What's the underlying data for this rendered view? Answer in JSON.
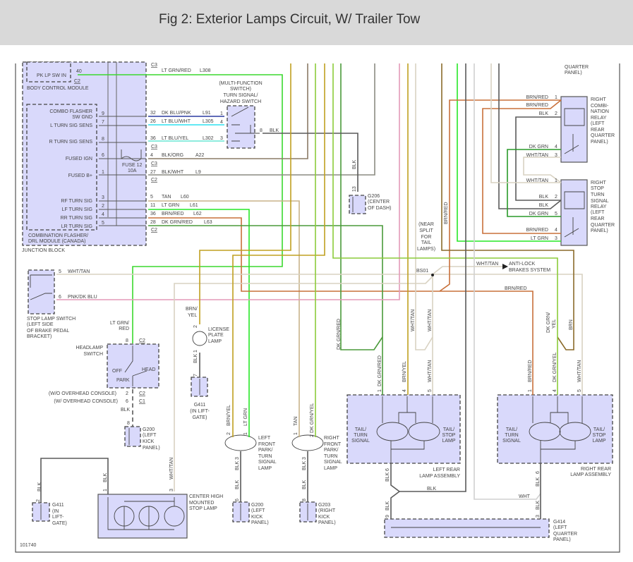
{
  "title": "Fig 2: Exterior Lamps Circuit, W/ Trailer Tow",
  "figure_id": "101740",
  "wire_colors": {
    "LT GRN/RED": "#3bd92e",
    "DK BLU/PNK": "#2b3aa0",
    "LT BLU/WHT": "#2fe2f0",
    "LT BLU/YEL": "#68e6d4",
    "BLK": "#5a5a5a",
    "BLK/ORG": "#8a7a66",
    "BLK/WHT": "#8c8c82",
    "TAN": "#c8b48a",
    "LT GRN": "#27e827",
    "BRN/RED": "#c8703a",
    "DK GRN/RED": "#4a9a3a",
    "WHT/TAN": "#d8d2c2",
    "PNK/DK BLU": "#e39ab8",
    "BRN/YEL": "#c0a020",
    "DK GRN/YEL": "#8ccc3a",
    "BRN": "#8a6a2a",
    "DK GRN": "#2a9a2a",
    "WHT": "#d0d0d0"
  },
  "junction_block": {
    "label": "JUNCTION BLOCK",
    "top_connector": "C3",
    "bcm": {
      "label": "BODY CONTROL MODULE",
      "pin_label": "PK LP SW IN",
      "pin": "40",
      "connector": "C2",
      "wire": "LT GRN/RED",
      "circuit": "L308"
    },
    "flasher": {
      "label1": "COMBINATION FLASHER/",
      "label2": "DRL MODULE (CANADA)",
      "pins": [
        {
          "name1": "COMBO FLASHER",
          "name2": "SW GND",
          "pin": "9",
          "out_pin": "32",
          "wire": "DK BLU/PNK",
          "circuit": "L91"
        },
        {
          "name1": "L TURN SIG SENS",
          "pin": "7",
          "out_pin": "26",
          "wire": "LT BLU/WHT",
          "circuit": "L305"
        },
        {
          "name1": "R TURN SIG SENS",
          "pin": "8",
          "out_pin": "36",
          "wire": "LT BLU/YEL",
          "circuit": "L302"
        },
        {
          "name1": "FUSED IGN",
          "pin": "6",
          "out_pin": "4",
          "wire": "BLK/ORG",
          "circuit": "A22"
        },
        {
          "name1": "FUSED B+",
          "pin": "1",
          "out_pin": "27",
          "wire": "BLK/WHT",
          "circuit": "L9"
        },
        {
          "name1": "RF TURN SIG",
          "pin": "3",
          "out_pin": "5",
          "wire": "TAN",
          "circuit": "L60"
        },
        {
          "name1": "LF TURN SIG",
          "pin": "2",
          "out_pin": "11",
          "wire": "LT GRN",
          "circuit": "L61"
        },
        {
          "name1": "RR TURN SIG",
          "pin": "4",
          "out_pin": "36",
          "wire": "BRN/RED",
          "circuit": "L62"
        },
        {
          "name1": "LR TURN SIG",
          "pin": "5",
          "out_pin": "28",
          "wire": "DK GRN/RED",
          "circuit": "L63"
        }
      ],
      "connectors": [
        "C3",
        "C3",
        "C2",
        "C2"
      ]
    },
    "fuse": {
      "label": "FUSE 12",
      "rating": "10A"
    }
  },
  "turn_switch": {
    "label": [
      "(MULTI-FUNCTION",
      "SWITCH)",
      "TURN SIGNAL/",
      "HAZARD SWITCH"
    ],
    "pins": [
      "1",
      "4",
      "3"
    ],
    "out_pin": "8",
    "out_wire": "BLK"
  },
  "g206": {
    "pin": "13",
    "wire": "BLK",
    "label": [
      "G206",
      "(CENTER",
      "OF DASH)"
    ]
  },
  "combi_relay": {
    "label": [
      "RIGHT",
      "COMBI-",
      "NATION",
      "RELAY",
      "(LEFT",
      "REAR",
      "QUARTER",
      "PANEL)"
    ],
    "pins": [
      {
        "wire": "BRN/RED",
        "pin": "1"
      },
      {
        "wire": "BRN/RED",
        "pin": ""
      },
      {
        "wire": "BLK",
        "pin": "2"
      },
      {
        "wire": "DK GRN",
        "pin": "4"
      },
      {
        "wire": "WHT/TAN",
        "pin": "3"
      }
    ]
  },
  "stop_relay": {
    "label": [
      "RIGHT",
      "STOP",
      "TURN",
      "SIGNAL",
      "RELAY",
      "(LEFT",
      "REAR",
      "QUARTER",
      "PANEL)"
    ],
    "pins": [
      {
        "wire": "WHT/TAN",
        "pin": "1"
      },
      {
        "wire": "BLK",
        "pin": "2"
      },
      {
        "wire": "BLK",
        "pin": ""
      },
      {
        "wire": "DK GRN",
        "pin": "5"
      },
      {
        "wire": "BRN/RED",
        "pin": "4"
      },
      {
        "wire": "LT GRN",
        "pin": "3"
      }
    ]
  },
  "top_right_label": [
    "QUARTER",
    "PANEL)"
  ],
  "stop_lamp_switch": {
    "label": [
      "STOP LAMP SWITCH",
      "(LEFT SIDE",
      "OF BRAKE PEDAL",
      "BRACKET)"
    ],
    "pins": [
      {
        "pin": "5",
        "wire": "WHT/TAN"
      },
      {
        "pin": "6",
        "wire": "PNK/DK BLU"
      }
    ]
  },
  "splice": {
    "note": [
      "(NEAR",
      "SPLIT",
      "FOR",
      "TAIL",
      "LAMPS)"
    ],
    "id": "BS01",
    "wire": "WHT/TAN",
    "abs": [
      "ANTI-LOCK",
      "BRAKES SYSTEM"
    ],
    "brn_red": "BRN/RED",
    "brn_red_vert": "BRN/RED"
  },
  "headlamp_switch": {
    "label": [
      "HEADLAMP",
      "SWITCH"
    ],
    "wire_in": [
      "LT GRN/",
      "RED"
    ],
    "pin_in": "8",
    "conn_in": "C2",
    "positions": [
      "OFF",
      "HEAD",
      "PARK"
    ],
    "variants": [
      {
        "label": "(W/O OVERHEAD CONSOLE)",
        "pin": "2",
        "conn": "C2"
      },
      {
        "label": "(W/ OVERHEAD CONSOLE)",
        "pin": "6",
        "conn": "C1"
      }
    ],
    "out_wire": "BLK",
    "ground_pin": "8",
    "ground": [
      "G200",
      "(LEFT",
      "KICK",
      "PANEL)"
    ]
  },
  "license_lamp": {
    "wire_in": [
      "BRN/",
      "YEL"
    ],
    "pin_in": "2",
    "pin_out": "1",
    "out_wire": "BLK",
    "ground_pin": "7",
    "label": [
      "LICENSE",
      "PLATE",
      "LAMP"
    ],
    "ground": [
      "G411",
      "(IN LIFT-",
      "GATE)"
    ]
  },
  "left_front_lamp": {
    "wires": [
      {
        "pin": "2",
        "wire": "BRN/YEL"
      },
      {
        "pin": "1",
        "wire": "LT GRN"
      }
    ],
    "label": [
      "LEFT",
      "FRONT",
      "PARK/",
      "TURN",
      "SIGNAL",
      "LAMP"
    ],
    "out_pin": "3",
    "out_wire": "BLK",
    "wire2": "BLK",
    "ground_pin": "6",
    "ground": [
      "G200",
      "(LEFT",
      "KICK",
      "PANEL)"
    ]
  },
  "right_front_lamp": {
    "wires": [
      {
        "pin": "1",
        "wire": "TAN"
      },
      {
        "pin": "2",
        "wire": "DK GRN/YEL"
      }
    ],
    "label": [
      "RIGHT",
      "FRONT",
      "PARK/",
      "TURN",
      "SIGNAL",
      "LAMP"
    ],
    "out_pin": "3",
    "out_wire": "BLK",
    "wire2": "BLK",
    "ground_pin": "8",
    "ground": [
      "G203",
      "(RIGHT",
      "KICK",
      "PANEL)"
    ]
  },
  "chmsl": {
    "label": [
      "CENTER HIGH",
      "MOUNTED",
      "STOP LAMP"
    ],
    "pins": [
      {
        "pin": "1",
        "wire": "BLK"
      },
      {
        "pin": "3",
        "wire": "WHT/TAN"
      }
    ],
    "ground_wire": "BLK",
    "ground_pin": "2",
    "ground": [
      "G411",
      "(IN",
      "LIFT-",
      "GATE)"
    ]
  },
  "left_rear": {
    "label": [
      "LEFT REAR",
      "LAMP ASSEMBLY"
    ],
    "bulb1": [
      "TAIL/",
      "TURN",
      "SIGNAL"
    ],
    "bulb2": [
      "TAIL/",
      "STOP",
      "LAMP"
    ],
    "pins": [
      {
        "pin": "1",
        "wire": "DK GRN/RED"
      },
      {
        "pin": "4",
        "wire": "BRN/YEL"
      },
      {
        "pin": "5",
        "wire": "WHT/TAN"
      }
    ],
    "upper_wires": [
      "DK GRN/RED",
      "WHT/TAN",
      "WHT/TAN"
    ],
    "out_pin": "6",
    "out_wire": "BLK",
    "blk_label": "BLK",
    "g_pin": "9",
    "g_wire": "BLK"
  },
  "right_rear": {
    "label": [
      "RIGHT REAR",
      "LAMP ASSEMBLY"
    ],
    "bulb1": [
      "TAIL/",
      "TURN",
      "SIGNAL"
    ],
    "bulb2": [
      "TAIL/",
      "STOP",
      "LAMP"
    ],
    "pins": [
      {
        "pin": "1",
        "wire": "BRN/RED"
      },
      {
        "pin": "4",
        "wire": "DK GRN/YEL"
      },
      {
        "pin": "5",
        "wire": "WHT/TAN"
      }
    ],
    "upper_wires": [
      "DK GRN/",
      "YEL",
      "BRN"
    ],
    "out_pin": "6",
    "out_wire": "BLK",
    "wht_label": "WHT",
    "g_pin": "3",
    "g_wire": "BLK"
  },
  "g414": [
    "G414",
    "(LEFT",
    "QUARTER",
    "PANEL)"
  ]
}
